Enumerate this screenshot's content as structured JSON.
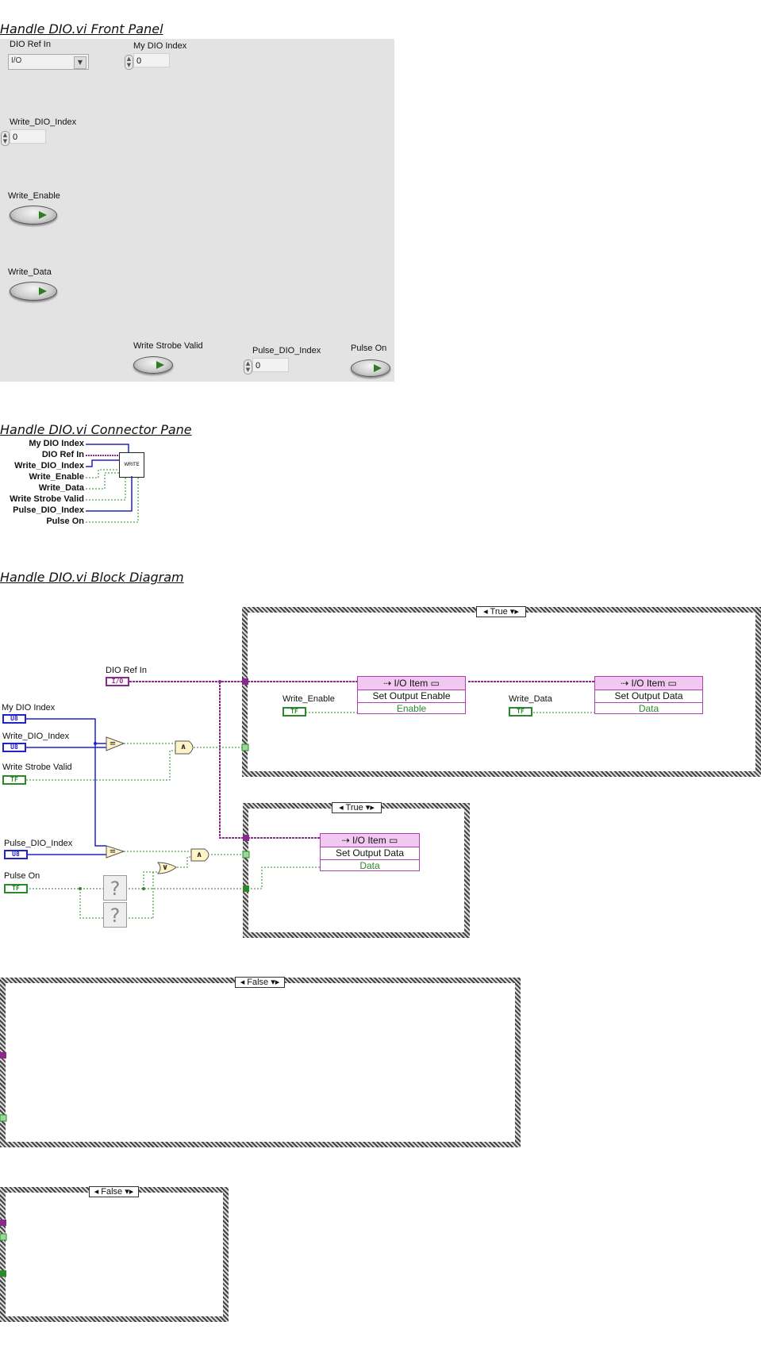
{
  "front_panel": {
    "heading": "Handle DIO.vi Front Panel",
    "dio_ref_in": {
      "label": "DIO Ref In",
      "icon": "I/O"
    },
    "my_dio_index": {
      "label": "My DIO Index",
      "value": "0"
    },
    "write_dio_index": {
      "label": "Write_DIO_Index",
      "value": "0"
    },
    "write_enable": {
      "label": "Write_Enable"
    },
    "write_data": {
      "label": "Write_Data"
    },
    "write_strobe_valid": {
      "label": "Write Strobe Valid"
    },
    "pulse_dio_index": {
      "label": "Pulse_DIO_Index",
      "value": "0"
    },
    "pulse_on": {
      "label": "Pulse On"
    }
  },
  "connector_pane": {
    "heading": "Handle DIO.vi Connector Pane",
    "terminals": [
      "My DIO Index",
      "DIO Ref In",
      "Write_DIO_Index",
      "Write_Enable",
      "Write_Data",
      "Write Strobe Valid",
      "Pulse_DIO_Index",
      "Pulse On"
    ],
    "icon_text": "WRITE"
  },
  "block_diagram": {
    "heading": "Handle DIO.vi Block Diagram",
    "labels": {
      "dio_ref_in": "DIO Ref In",
      "my_dio_index": "My DIO Index",
      "write_dio_index": "Write_DIO_Index",
      "write_strobe_valid": "Write Strobe Valid",
      "pulse_dio_index": "Pulse_DIO_Index",
      "pulse_on": "Pulse On",
      "write_enable": "Write_Enable",
      "write_data": "Write_Data"
    },
    "terminal_types": {
      "u8": "U8",
      "tf": "TF",
      "io": "I/O"
    },
    "case1": {
      "selector": "True"
    },
    "case2": {
      "selector": "True"
    },
    "case3": {
      "selector": "False"
    },
    "case4": {
      "selector": "False"
    },
    "io_nodes": [
      {
        "title": "I/O Item",
        "method": "Set Output Enable",
        "input": "Enable"
      },
      {
        "title": "I/O Item",
        "method": "Set Output Data",
        "input": "Data"
      },
      {
        "title": "I/O Item",
        "method": "Set Output Data",
        "input": "Data"
      }
    ],
    "unknown_glyph": "?",
    "colors": {
      "u8_wire": "#2222cc",
      "bool_wire": "#2a8a2a",
      "ref_wire": "#8a2a8a"
    }
  }
}
